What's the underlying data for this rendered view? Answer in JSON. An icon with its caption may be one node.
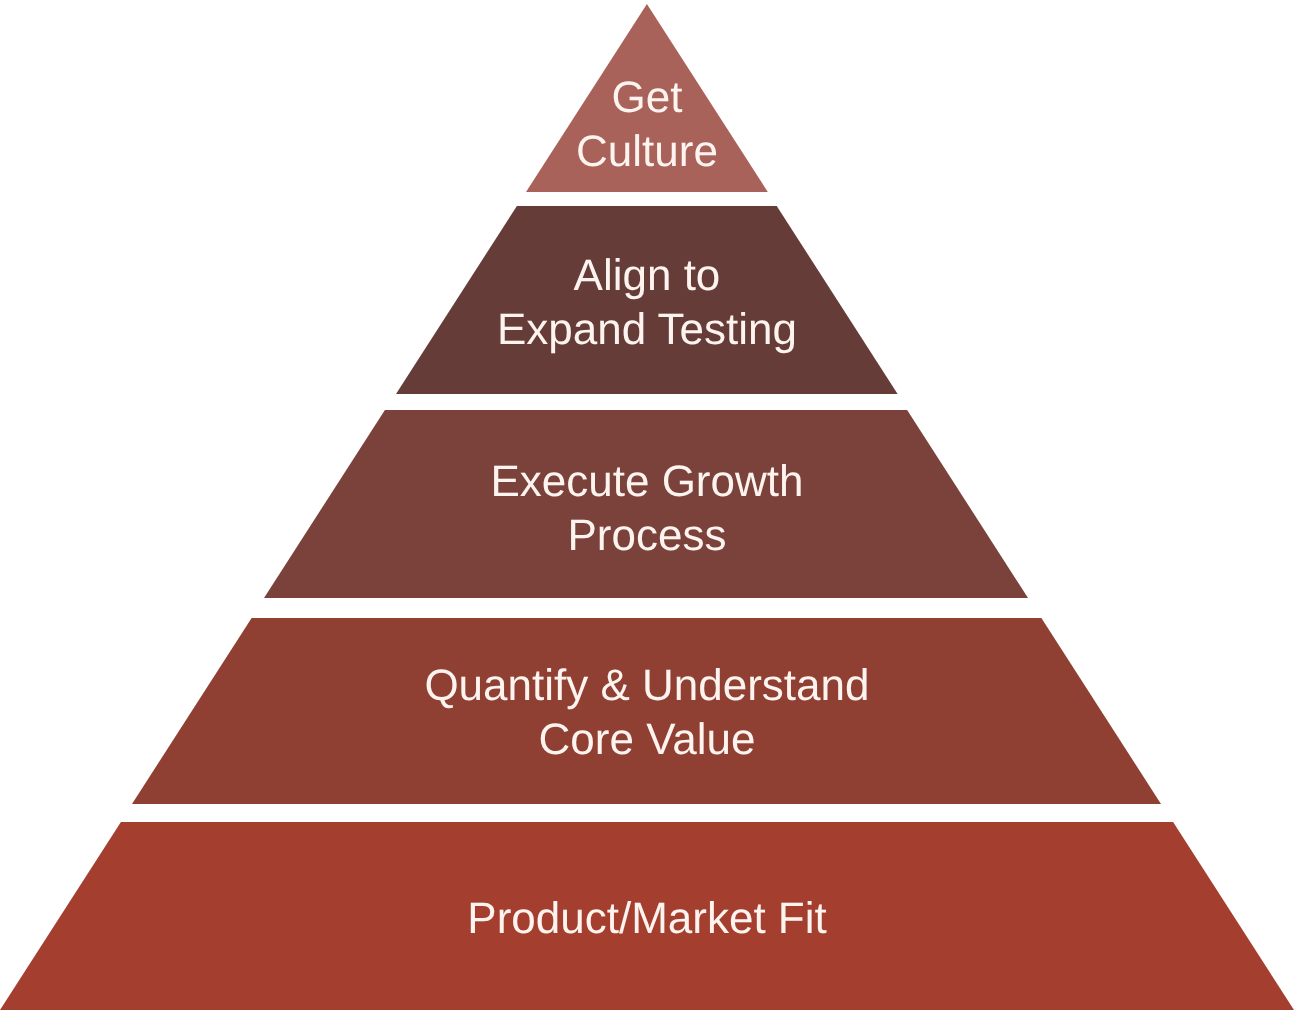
{
  "diagram": {
    "nodes": [
      {
        "text": [
          "Get Culture"
        ]
      },
      {
        "text": [
          "Align to Expand Testing"
        ]
      },
      {
        "text": [
          "Execute Growth Process"
        ]
      },
      {
        "text": [
          "Quantify & Understand Core Value"
        ]
      },
      {
        "text": [
          "Product/Market Fit"
        ]
      }
    ]
  }
}
